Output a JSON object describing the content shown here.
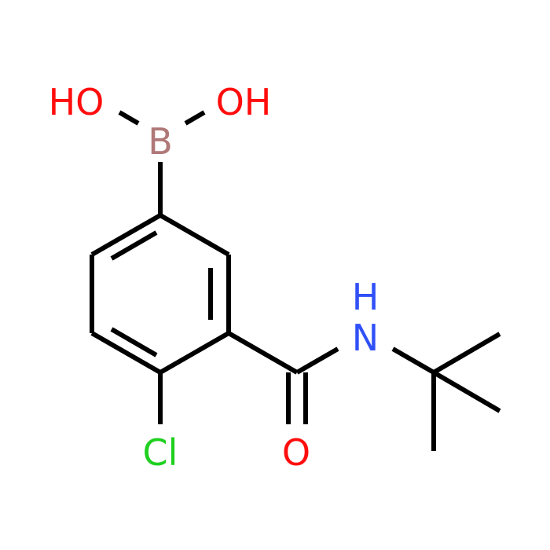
{
  "molecule": {
    "atoms": {
      "ho_left": {
        "text": "HO",
        "color": "#ff0d0d"
      },
      "oh_right": {
        "text": "OH",
        "color": "#ff0d0d"
      },
      "boron": {
        "text": "B",
        "color": "#b07878"
      },
      "nh_n": {
        "text": "N",
        "color": "#3050f8"
      },
      "nh_h": {
        "text": "H",
        "color": "#3050f8"
      },
      "oxygen": {
        "text": "O",
        "color": "#ff0d0d"
      },
      "chlorine": {
        "text": "Cl",
        "color": "#1fd01f"
      }
    },
    "bond_color": "#000000",
    "background": "#ffffff"
  }
}
